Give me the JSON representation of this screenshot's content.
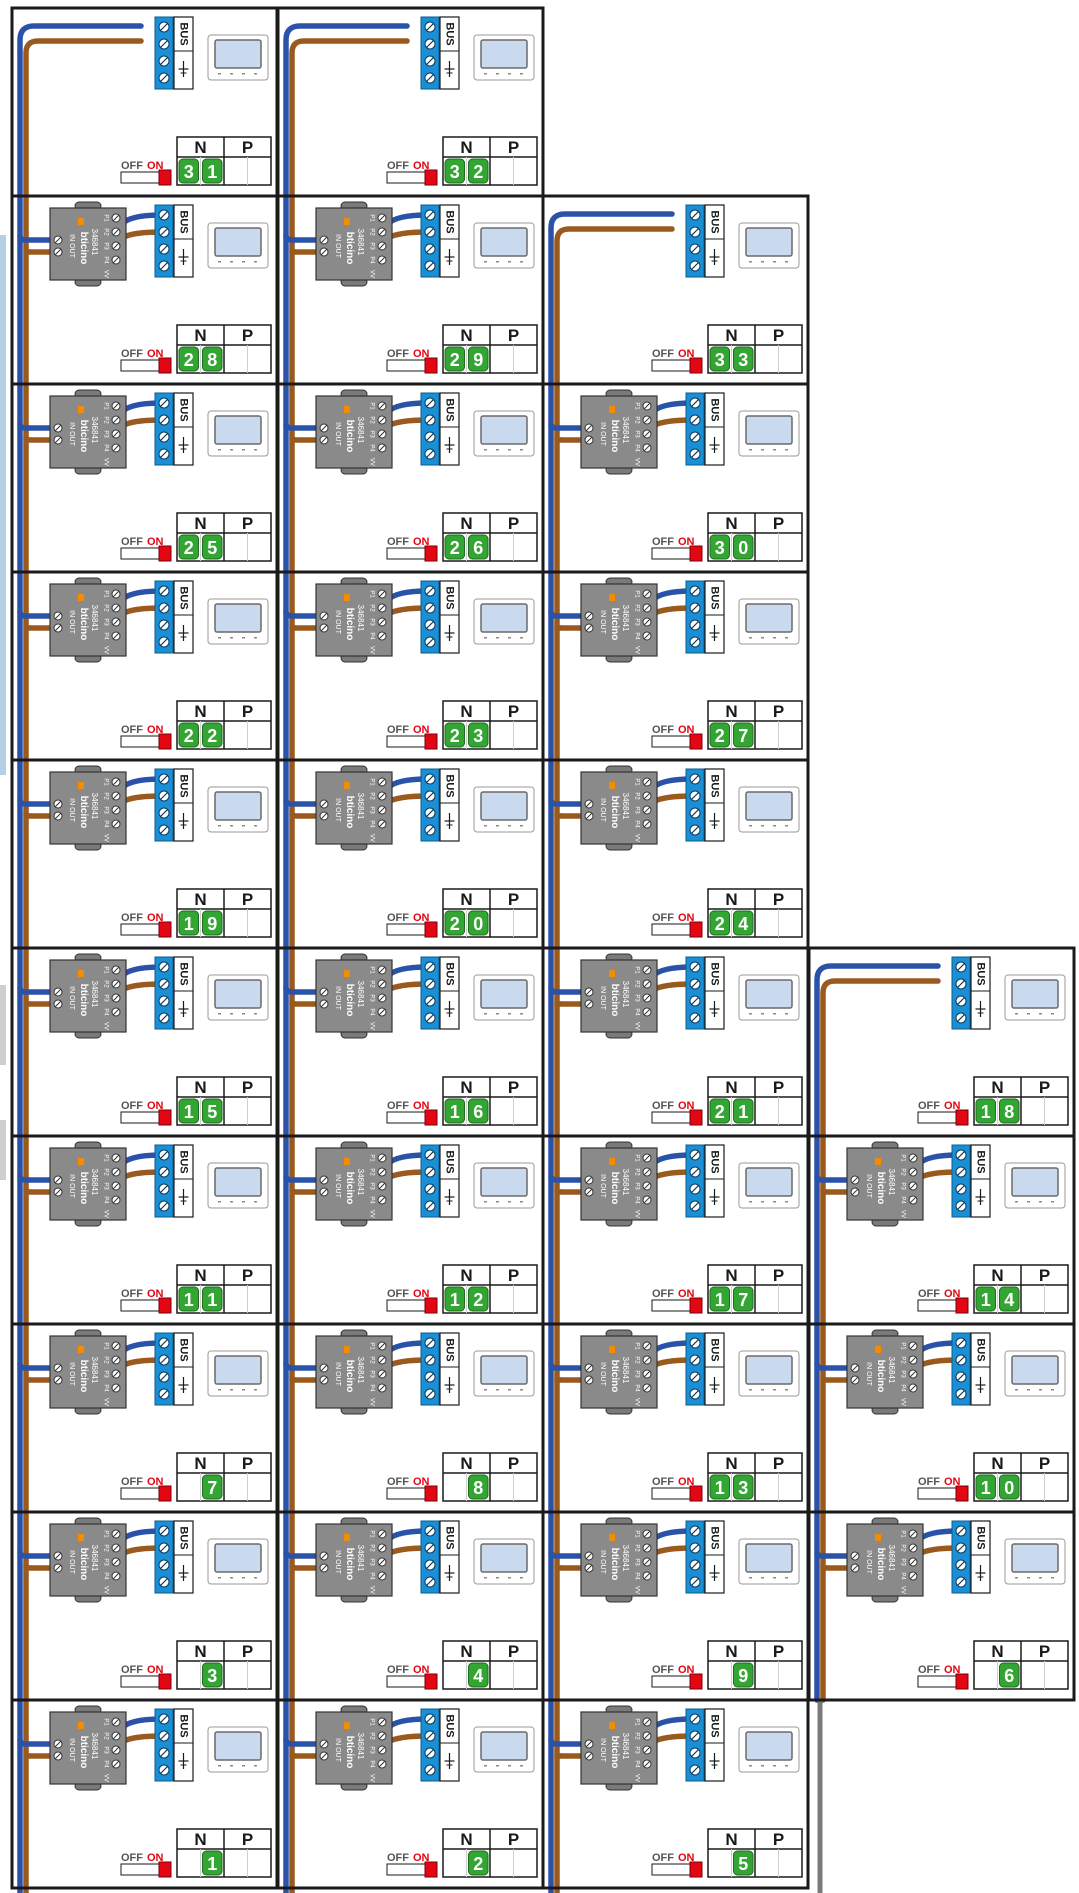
{
  "labels": {
    "bus": "BUS",
    "off": "OFF",
    "on": "ON",
    "n": "N",
    "p": "P",
    "interface_code": "346841",
    "interface_brand": "bticino",
    "interface_pins": [
      "P1",
      "P2",
      "P3",
      "P4"
    ],
    "interface_in": "IN",
    "interface_out": "OUT",
    "interface_vv": "VV"
  },
  "colors": {
    "bus_blue": "#2a52a8",
    "bus_brown": "#9a5a1e",
    "terminal_blue": "#1a8fd6",
    "address_green": "#33a532",
    "switch_red": "#e30613",
    "module_gray": "#8a8a8a",
    "monitor_screen": "#c9d9ee",
    "frame": "#1a1a1a",
    "background_band": "#b7cfe6"
  },
  "columns": [
    {
      "cells": [
        {
          "n": "31",
          "interface": false
        },
        {
          "n": "28",
          "interface": true
        },
        {
          "n": "25",
          "interface": true
        },
        {
          "n": "22",
          "interface": true
        },
        {
          "n": "19",
          "interface": true
        },
        {
          "n": "15",
          "interface": true
        },
        {
          "n": "11",
          "interface": true
        },
        {
          "n": "7",
          "interface": true
        },
        {
          "n": "3",
          "interface": true
        },
        {
          "n": "1",
          "interface": true
        }
      ]
    },
    {
      "cells": [
        {
          "n": "32",
          "interface": false
        },
        {
          "n": "29",
          "interface": true
        },
        {
          "n": "26",
          "interface": true
        },
        {
          "n": "23",
          "interface": true
        },
        {
          "n": "20",
          "interface": true
        },
        {
          "n": "16",
          "interface": true
        },
        {
          "n": "12",
          "interface": true
        },
        {
          "n": "8",
          "interface": true
        },
        {
          "n": "4",
          "interface": true
        },
        {
          "n": "2",
          "interface": true
        }
      ]
    },
    {
      "cells": [
        null,
        {
          "n": "33",
          "interface": false
        },
        {
          "n": "30",
          "interface": true
        },
        {
          "n": "27",
          "interface": true
        },
        {
          "n": "24",
          "interface": true
        },
        {
          "n": "21",
          "interface": true
        },
        {
          "n": "17",
          "interface": true
        },
        {
          "n": "13",
          "interface": true
        },
        {
          "n": "9",
          "interface": true
        },
        {
          "n": "5",
          "interface": true
        }
      ]
    },
    {
      "cells": [
        null,
        null,
        null,
        null,
        null,
        {
          "n": "18",
          "interface": false
        },
        {
          "n": "14",
          "interface": true
        },
        {
          "n": "10",
          "interface": true
        },
        {
          "n": "6",
          "interface": true
        },
        null
      ]
    }
  ]
}
